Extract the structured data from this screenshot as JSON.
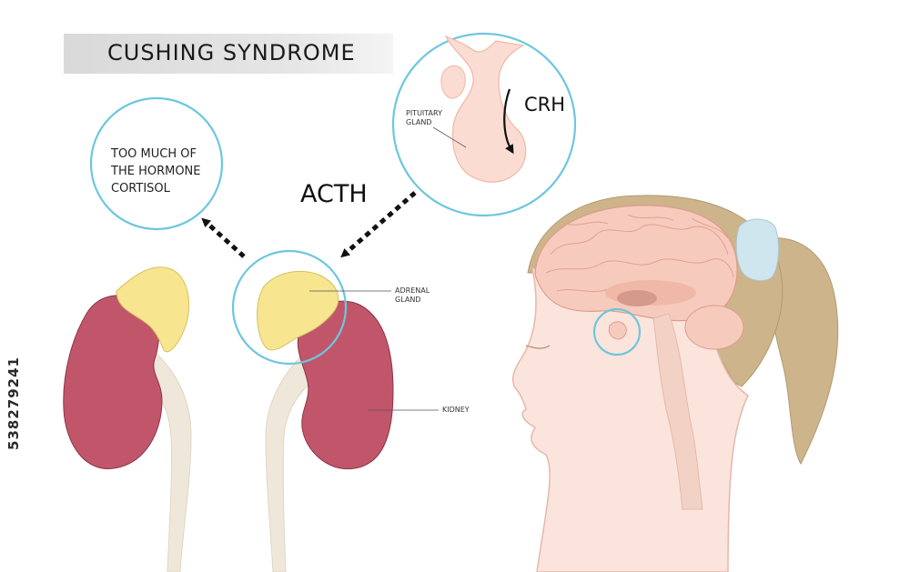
{
  "title": "CUSHING SYNDROME",
  "cortisol_callout": {
    "line1": "TOO MUCH OF",
    "line2": "THE HORMONE",
    "line3": "CORTISOL"
  },
  "acth_label": "ACTH",
  "crh_label": "CRH",
  "pituitary_label": {
    "line1": "PITUITARY",
    "line2": "GLAND"
  },
  "adrenal_label": {
    "line1": "ADRENAL",
    "line2": "GLAND"
  },
  "kidney_label": "KIDNEY",
  "watermark_id": "538279241",
  "colors": {
    "kidney": "#c1566b",
    "adrenal": "#f7e58f",
    "ureter": "#efe8da",
    "circle_outline": "#6cc7dd",
    "skin": "#fbe4dc",
    "brain": "#f6cbbd",
    "hair": "#cdb48b",
    "hair_tie": "#cfe6ee"
  }
}
